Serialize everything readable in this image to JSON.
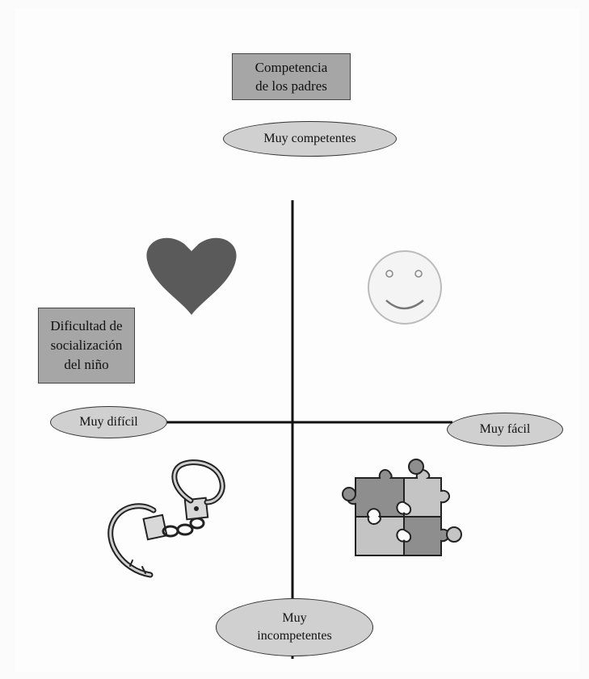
{
  "vertical_axis": {
    "title": [
      "Competencia",
      "de los padres"
    ],
    "top_label": "Muy competentes",
    "bottom_label": [
      "Muy",
      "incompetentes"
    ]
  },
  "horizontal_axis": {
    "title": [
      "Dificultad de",
      "socialización",
      "del niño"
    ],
    "left_label": "Muy difícil",
    "right_label": "Muy fácil"
  },
  "quadrants": {
    "top_left": {
      "icon": "heart-icon"
    },
    "top_right": {
      "icon": "smiley-face-icon"
    },
    "bottom_left": {
      "icon": "handcuffs-icon"
    },
    "bottom_right": {
      "icon": "puzzle-pieces-icon"
    }
  },
  "colors": {
    "box_fill": "#a6a6a6",
    "ellipse_fill": "#d0d0d0",
    "heart": "#5a5a5a",
    "puzzle_dark": "#8e8e8e",
    "puzzle_light": "#c4c4c4",
    "axis": "#111111"
  }
}
